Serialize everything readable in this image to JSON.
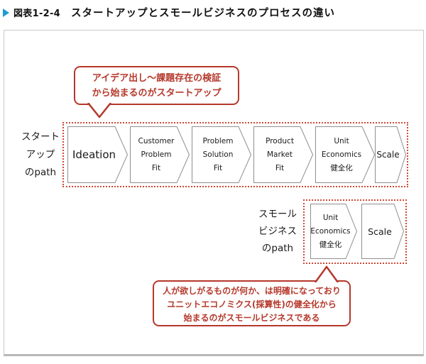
{
  "header": {
    "figure_label": "図表1-2-4",
    "figure_title": "スタートアップとスモールビジネスのプロセスの違い"
  },
  "colors": {
    "callout_red": "#b5382b",
    "dotted_red": "#cf4936",
    "marker_blue": "#1d9bd4",
    "shape_border_gray": "#8f8f8f"
  },
  "icons": {
    "title_marker": "right-pointing-triangle",
    "callout_top_tail": "down-pointer",
    "callout_bottom_tail": "up-pointer"
  },
  "startup": {
    "label_lines": [
      "スタート",
      "アップ",
      "のpath"
    ],
    "callout_lines": [
      "アイデア出し〜課題存在の検証",
      "から始まるのがスタートアップ"
    ],
    "steps": [
      {
        "lines": [
          "Ideation"
        ]
      },
      {
        "lines": [
          "Customer",
          "Problem",
          "Fit"
        ]
      },
      {
        "lines": [
          "Problem",
          "Solution",
          "Fit"
        ]
      },
      {
        "lines": [
          "Product",
          "Market",
          "Fit"
        ]
      },
      {
        "lines": [
          "Unit",
          "Economics",
          "健全化"
        ]
      },
      {
        "lines": [
          "Scale"
        ]
      }
    ]
  },
  "small_business": {
    "label_lines": [
      "スモール",
      "ビジネス",
      "のpath"
    ],
    "callout_lines": [
      "人が欲しがるものが何か、は明確になっており",
      "ユニットエコノミクス(採算性)の健全化から",
      "始まるのがスモールビジネスである"
    ],
    "steps": [
      {
        "lines": [
          "Unit",
          "Economics",
          "健全化"
        ]
      },
      {
        "lines": [
          "Scale"
        ]
      }
    ]
  }
}
